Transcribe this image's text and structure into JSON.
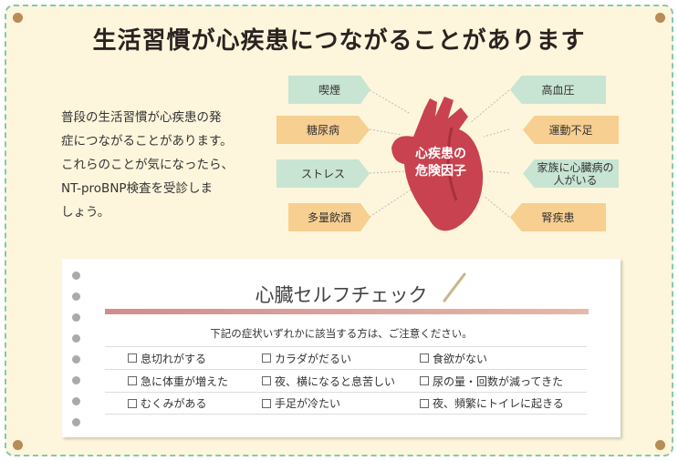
{
  "title": "生活習慣が心疾患につながることがあります",
  "intro": [
    "普段の生活習慣が心疾患の発",
    "症につながることがあります。",
    "これらのことが気になったら、",
    "NT-proBNP検査を受診しま",
    "しょう。"
  ],
  "heart_label": [
    "心疾患の",
    "危険因子"
  ],
  "risk_factors_left": [
    "喫煙",
    "糖尿病",
    "ストレス",
    "多量飲酒"
  ],
  "risk_factors_right": [
    "高血圧",
    "運動不足",
    "家族に心臓病の人がいる",
    "腎疾患"
  ],
  "colors": {
    "green": "#c8e4d2",
    "orange": "#f7cf90",
    "heart": "#c9424f",
    "frame": "#84c8b2",
    "background": "#fdf6dc"
  },
  "check": {
    "title": "心臓セルフチェック",
    "notice": "下記の症状いずれかに該当する方は、ご注意ください。",
    "rows": [
      [
        "息切れがする",
        "カラダがだるい",
        "食欲がない"
      ],
      [
        "急に体重が増えた",
        "夜、横になると息苦しい",
        "尿の量・回数が減ってきた"
      ],
      [
        "むくみがある",
        "手足が冷たい",
        "夜、頻繁にトイレに起きる"
      ]
    ]
  }
}
